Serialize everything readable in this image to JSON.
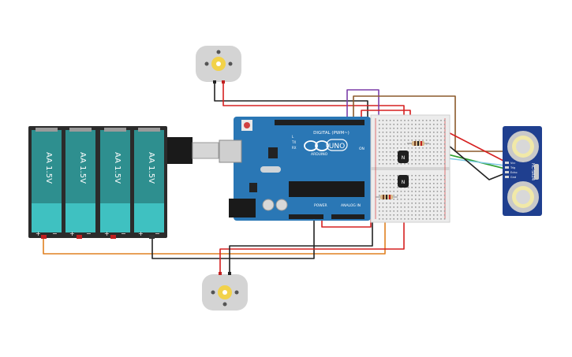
{
  "batteries": [
    {
      "label": "AA 1.5V",
      "plus": "+",
      "minus": "−"
    },
    {
      "label": "AA 1.5V",
      "plus": "+",
      "minus": "−"
    },
    {
      "label": "AA 1.5V",
      "plus": "+",
      "minus": "−"
    },
    {
      "label": "AA 1.5V",
      "plus": "+",
      "minus": "−"
    }
  ],
  "arduino": {
    "logo_text": "UNO",
    "brand": "ARDUINO",
    "digital_label": "DIGITAL (PWM~)",
    "power_label": "POWER",
    "analog_label": "ANALOG IN",
    "on_label": "ON",
    "tx_label": "TX",
    "rx_label": "RX",
    "l_label": "L"
  },
  "transistors": [
    {
      "label": "N"
    },
    {
      "label": "N"
    }
  ],
  "sensor": {
    "label": "HC-SR04",
    "pins": [
      "Vcc",
      "Trig",
      "Echo",
      "Gnd"
    ]
  },
  "colors": {
    "battery_body": "#2e8f8f",
    "battery_cap": "#3fc1c1",
    "arduino_board": "#2a77b5",
    "breadboard": "#ececec",
    "sensor_board": "#1f3f8f",
    "wire_black": "#222222",
    "wire_red": "#d62020",
    "wire_orange": "#e08020",
    "wire_green": "#2ea02e",
    "wire_purple": "#7b3fa8",
    "wire_brown": "#8b5a2b",
    "wire_lightblue": "#7ec8e3"
  }
}
